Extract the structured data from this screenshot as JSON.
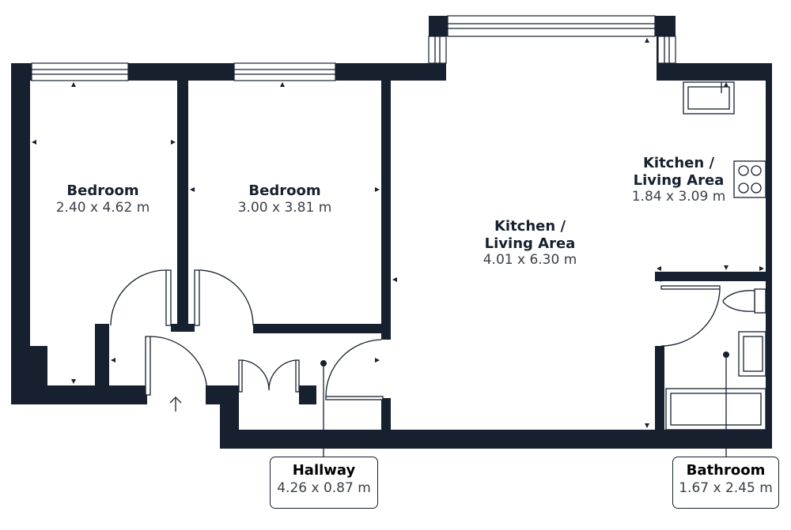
{
  "rooms": {
    "bedroom1": {
      "name": "Bedroom",
      "dims": "2.40 x 4.62 m"
    },
    "bedroom2": {
      "name": "Bedroom",
      "dims": "3.00 x 3.81 m"
    },
    "kitchen_main": {
      "name_line1": "Kitchen /",
      "name_line2": "Living Area",
      "dims": "4.01 x 6.30 m"
    },
    "kitchen_small": {
      "name_line1": "Kitchen /",
      "name_line2": "Living Area",
      "dims": "1.84 x 3.09 m"
    },
    "hallway": {
      "name": "Hallway",
      "dims": "4.26 x 0.87 m"
    },
    "bathroom": {
      "name": "Bathroom",
      "dims": "1.67 x 2.45 m"
    }
  },
  "icons": {
    "entrance": "entrance-arrow-icon",
    "hob": "hob-icon",
    "sink": "sink-icon",
    "toilet": "toilet-icon",
    "bathtub": "bathtub-icon",
    "basin": "basin-icon"
  },
  "colors": {
    "wall": "#16202e",
    "background": "#ffffff"
  }
}
